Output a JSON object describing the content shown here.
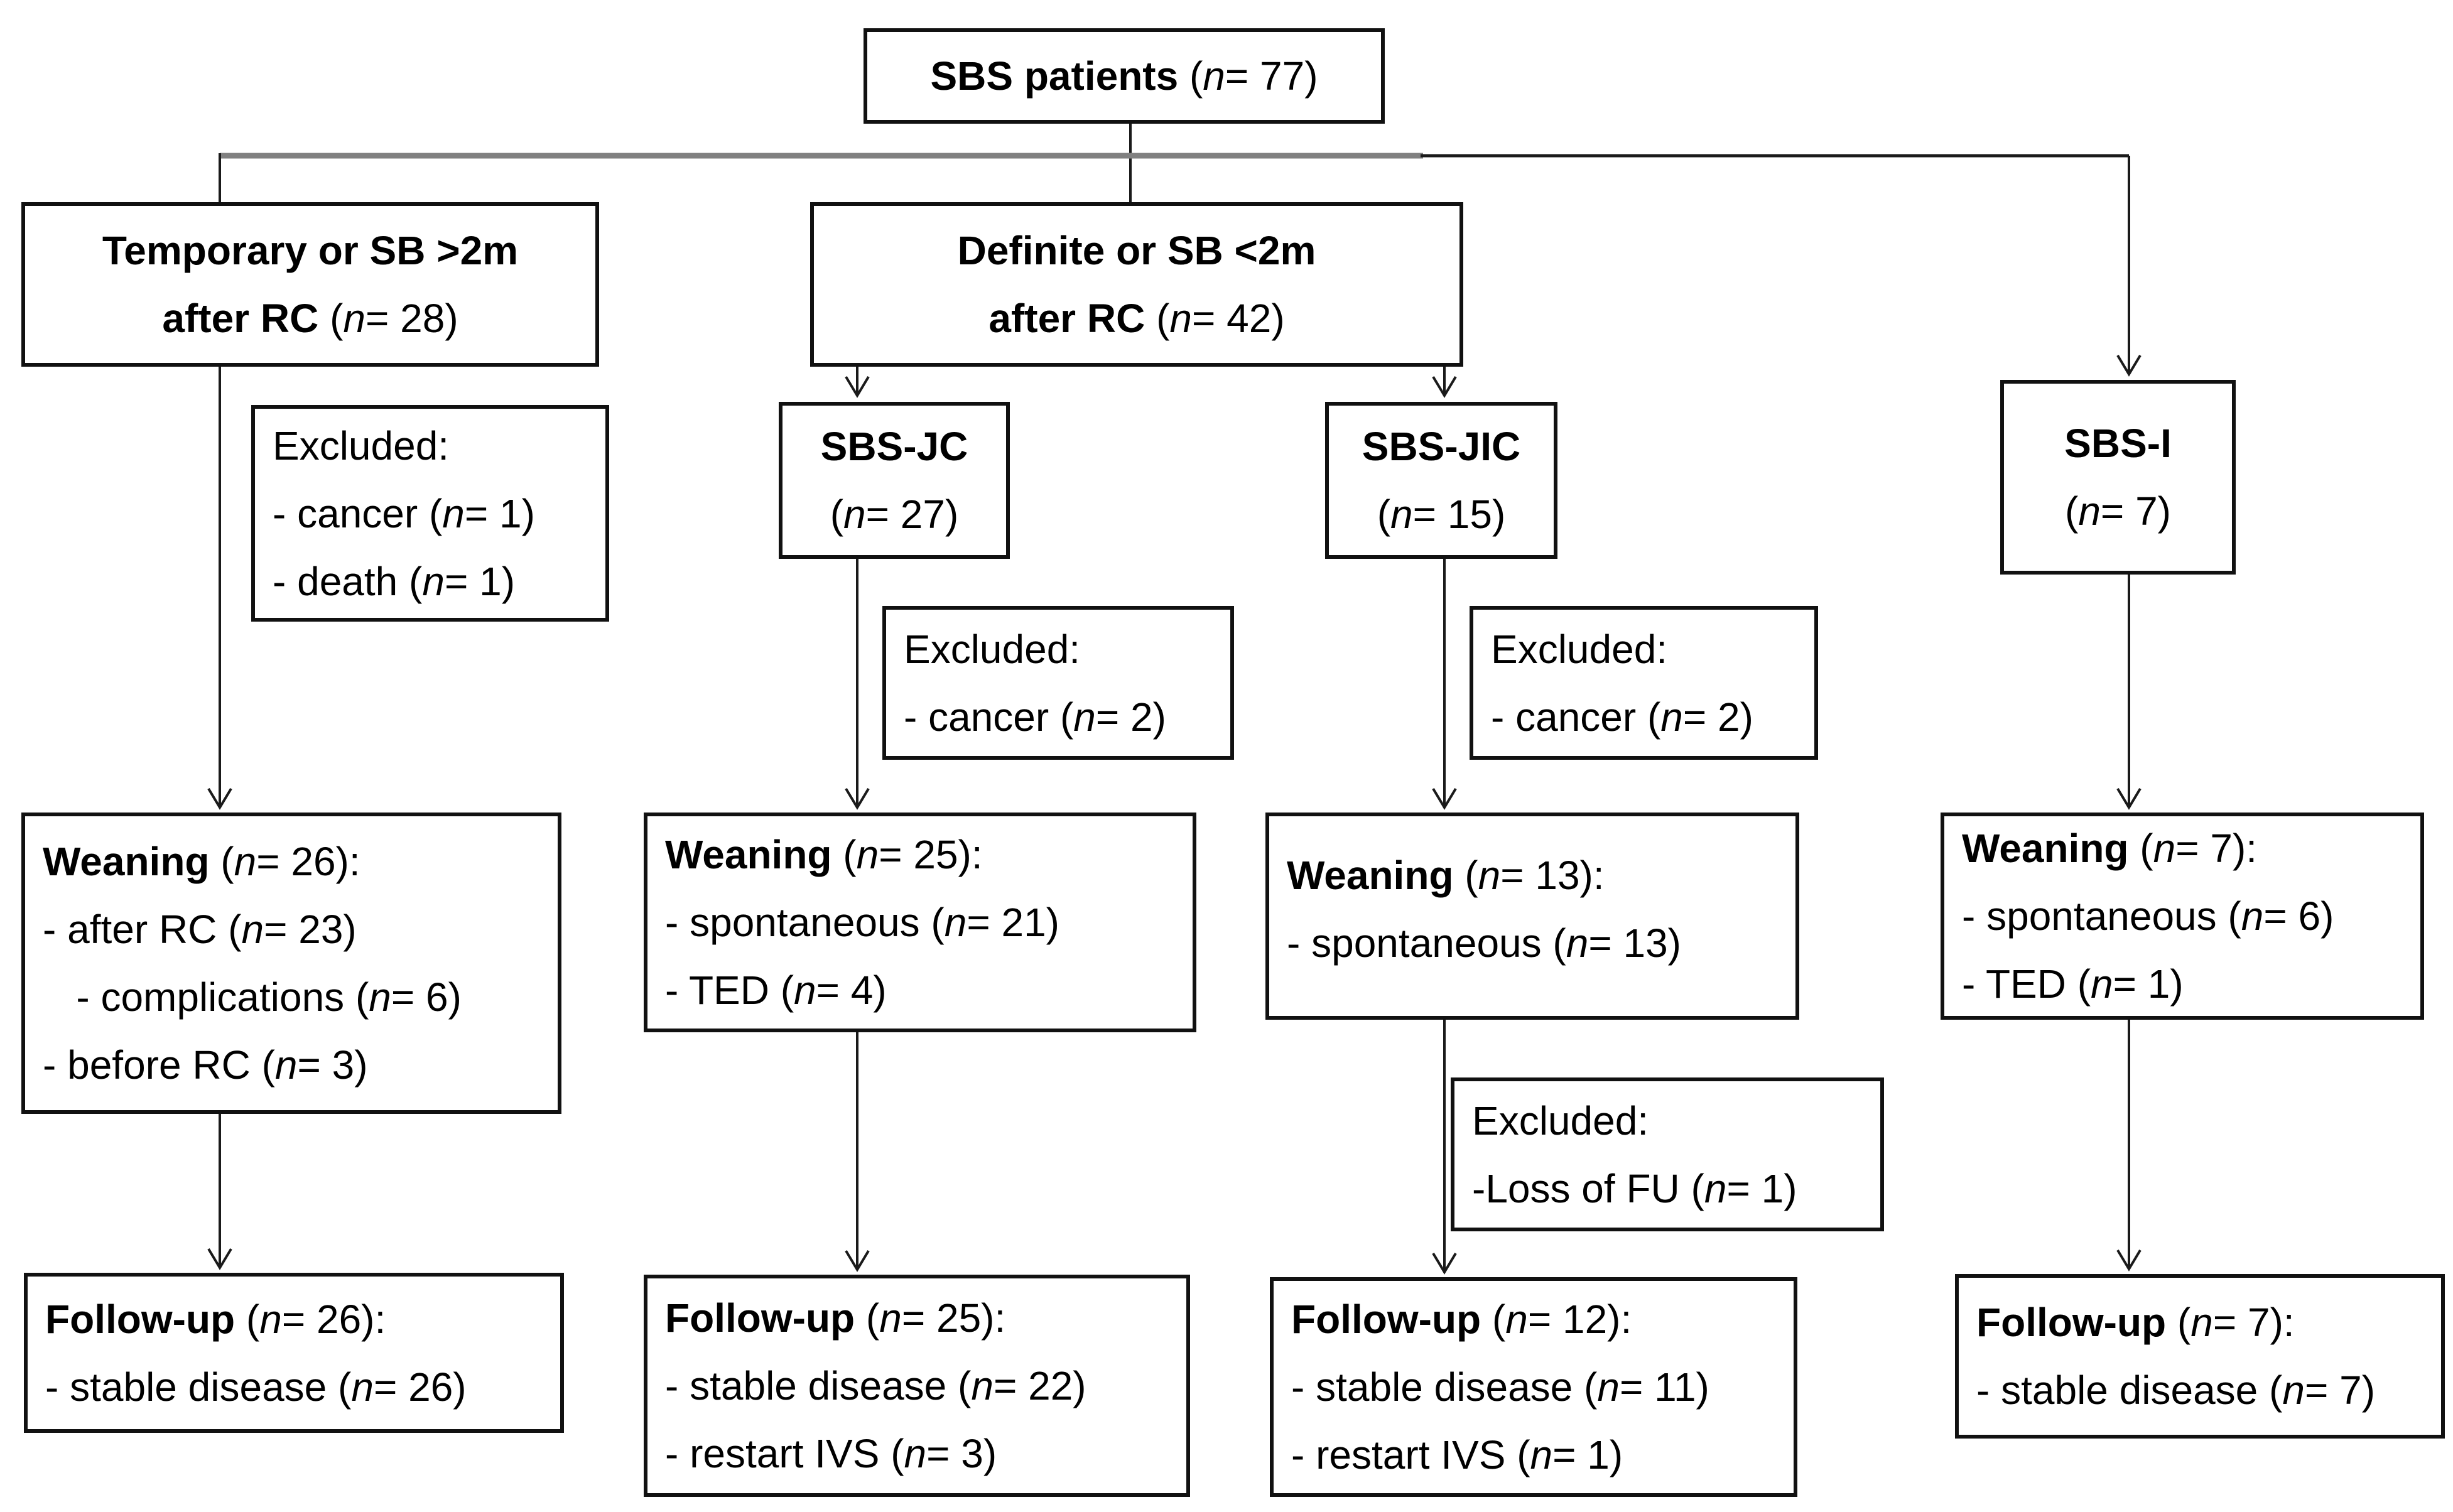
{
  "title": "SBS patient flow diagram",
  "colors": {
    "background": "#ffffff",
    "box_border": "#111111",
    "line_black": "#1a1a1a",
    "line_gray": "#808080"
  },
  "nodes": {
    "sbs_patients": {
      "lines": [
        {
          "b": "SBS patients",
          "r": " (",
          "n": "n",
          "t": "= 77)"
        }
      ]
    },
    "temporary": {
      "lines": [
        {
          "b": "Temporary or SB >2m"
        },
        {
          "b": "after RC",
          "r": " (",
          "n": "n",
          "t": "= 28)"
        }
      ]
    },
    "definite": {
      "lines": [
        {
          "b": "Definite or SB <2m"
        },
        {
          "b": "after RC",
          "r": " (",
          "n": "n",
          "t": "= 42)"
        }
      ]
    },
    "excluded_temporary": {
      "lines": [
        {
          "r": "Excluded:"
        },
        {
          "r": "- cancer (",
          "n": "n",
          "t": "= 1)"
        },
        {
          "r": "- death (",
          "n": "n",
          "t": "= 1)"
        }
      ]
    },
    "sbs_jc": {
      "lines": [
        {
          "b": "SBS-JC"
        },
        {
          "r": "(",
          "n": "n",
          "t": "= 27)"
        }
      ]
    },
    "sbs_jic": {
      "lines": [
        {
          "b": "SBS-JIC"
        },
        {
          "r": "(",
          "n": "n",
          "t": "= 15)"
        }
      ]
    },
    "sbs_i": {
      "lines": [
        {
          "b": "SBS-I"
        },
        {
          "r": "(",
          "n": "n",
          "t": "= 7)"
        }
      ]
    },
    "excluded_jc": {
      "lines": [
        {
          "r": "Excluded:"
        },
        {
          "r": "- cancer (",
          "n": "n",
          "t": "= 2)"
        }
      ]
    },
    "excluded_jic": {
      "lines": [
        {
          "r": "Excluded:"
        },
        {
          "r": "- cancer (",
          "n": "n",
          "t": "= 2)"
        }
      ]
    },
    "weaning_temporary": {
      "lines": [
        {
          "b": "Weaning",
          "r": " (",
          "n": "n",
          "t": "= 26):"
        },
        {
          "r": "- after RC (",
          "n": "n",
          "t": "= 23)"
        },
        {
          "r": "   - complications (",
          "n": "n",
          "t": "= 6)"
        },
        {
          "r": "- before RC (",
          "n": "n",
          "t": "= 3)"
        }
      ]
    },
    "weaning_jc": {
      "lines": [
        {
          "b": "Weaning",
          "r": " (",
          "n": "n",
          "t": "= 25):"
        },
        {
          "r": "- spontaneous (",
          "n": "n",
          "t": "= 21)"
        },
        {
          "r": "- TED (",
          "n": "n",
          "t": "= 4)"
        }
      ]
    },
    "weaning_jic": {
      "lines": [
        {
          "b": "Weaning",
          "r": " (",
          "n": "n",
          "t": "= 13):"
        },
        {
          "r": "- spontaneous (",
          "n": "n",
          "t": "= 13)"
        }
      ]
    },
    "weaning_i": {
      "lines": [
        {
          "b": "Weaning",
          "r": " (",
          "n": "n",
          "t": "= 7):"
        },
        {
          "r": "- spontaneous (",
          "n": "n",
          "t": "= 6)"
        },
        {
          "r": "- TED (",
          "n": "n",
          "t": "= 1)"
        }
      ]
    },
    "excluded_fu": {
      "lines": [
        {
          "r": "Excluded:"
        },
        {
          "r": "-Loss of FU (",
          "n": "n",
          "t": "= 1)"
        }
      ]
    },
    "followup_temporary": {
      "lines": [
        {
          "b": "Follow-up",
          "r": " (",
          "n": "n",
          "t": "= 26):"
        },
        {
          "r": "- stable disease (",
          "n": "n",
          "t": "= 26)"
        }
      ]
    },
    "followup_jc": {
      "lines": [
        {
          "b": "Follow-up",
          "r": " (",
          "n": "n",
          "t": "= 25):"
        },
        {
          "r": "- stable disease (",
          "n": "n",
          "t": "= 22)"
        },
        {
          "r": "- restart IVS (",
          "n": "n",
          "t": "= 3)"
        }
      ]
    },
    "followup_jic": {
      "lines": [
        {
          "b": "Follow-up",
          "r": " (",
          "n": "n",
          "t": "= 12):"
        },
        {
          "r": "- stable disease (",
          "n": "n",
          "t": "= 11)"
        },
        {
          "r": "- restart IVS (",
          "n": "n",
          "t": "= 1)"
        }
      ]
    },
    "followup_i": {
      "lines": [
        {
          "b": "Follow-up",
          "r": " (",
          "n": "n",
          "t": "= 7):"
        },
        {
          "r": "- stable disease (",
          "n": "n",
          "t": "= 7)"
        }
      ]
    }
  }
}
